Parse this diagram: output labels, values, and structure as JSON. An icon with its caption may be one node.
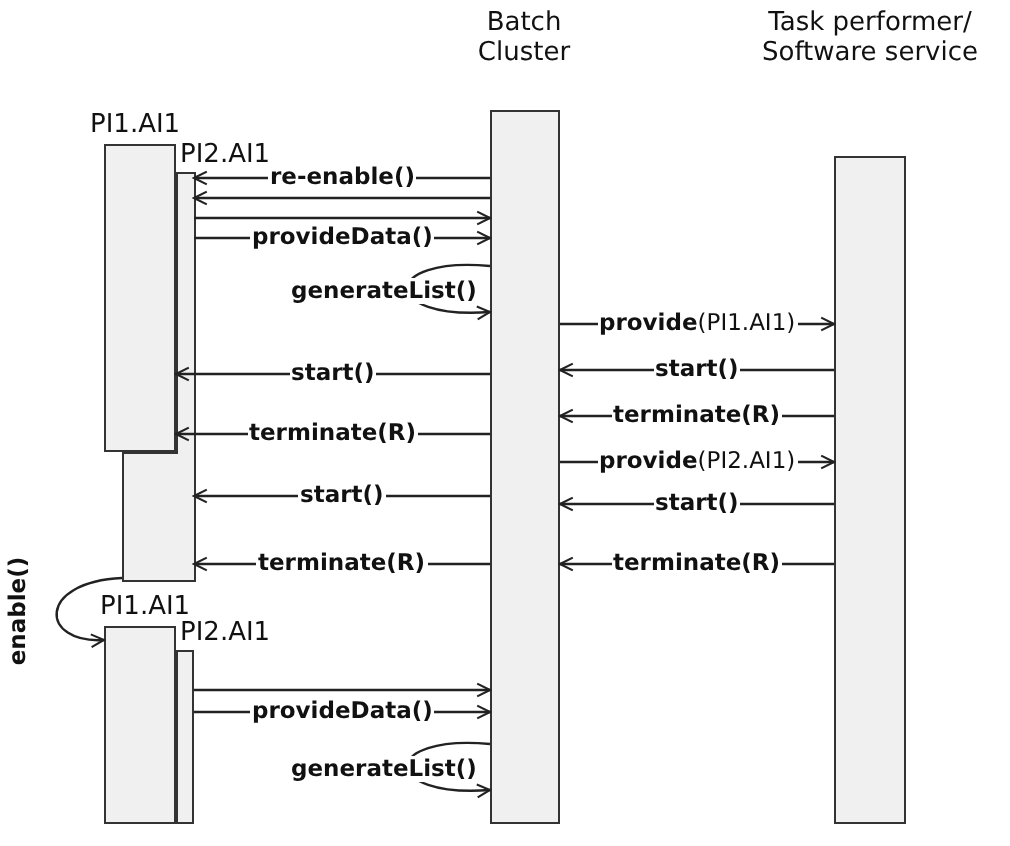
{
  "diagram": {
    "nodes": [
      {
        "text": [
          "Batch Cluster"
        ]
      },
      {
        "text": [
          "Task performer/ Software service"
        ]
      },
      {
        "text": [
          "PI1.AI1"
        ]
      },
      {
        "text": [
          "PI2.AI1"
        ]
      },
      {
        "text": [
          "PI1.AI1"
        ]
      },
      {
        "text": [
          "PI2.AI1"
        ]
      }
    ],
    "edges": [
      {
        "from": 0,
        "to": 3,
        "arrow": "to",
        "label": "re-enable()"
      },
      {
        "from": 0,
        "to": 3,
        "arrow": "to"
      },
      {
        "from": 3,
        "to": 0,
        "arrow": "to"
      },
      {
        "from": 3,
        "to": 0,
        "arrow": "to",
        "label": "provideData()"
      },
      {
        "from": 0,
        "to": 0,
        "arrow": "to",
        "label": "generateList()"
      },
      {
        "from": 0,
        "to": 1,
        "arrow": "to",
        "label": "**provide**(PI1.AI1)"
      },
      {
        "from": 1,
        "to": 0,
        "arrow": "to",
        "label": "start()"
      },
      {
        "from": 0,
        "to": 2,
        "arrow": "to",
        "label": "start()"
      },
      {
        "from": 1,
        "to": 0,
        "arrow": "to",
        "label": "terminate(R)"
      },
      {
        "from": 0,
        "to": 2,
        "arrow": "to",
        "label": "terminate(R)"
      },
      {
        "from": 0,
        "to": 1,
        "arrow": "to",
        "label": "**provide**(PI2.AI1)"
      },
      {
        "from": 0,
        "to": 3,
        "arrow": "to",
        "label": "start()"
      },
      {
        "from": 1,
        "to": 0,
        "arrow": "to",
        "label": "start()"
      },
      {
        "from": 0,
        "to": 3,
        "arrow": "to",
        "label": "terminate(R)"
      },
      {
        "from": 1,
        "to": 0,
        "arrow": "to",
        "label": "terminate(R)"
      },
      {
        "from": 3,
        "to": 4,
        "arrow": "to",
        "label": "enable()"
      },
      {
        "from": 5,
        "to": 0,
        "arrow": "to"
      },
      {
        "from": 5,
        "to": 0,
        "arrow": "to",
        "label": "provideData()"
      },
      {
        "from": 0,
        "to": 0,
        "arrow": "to",
        "label": "generateList()"
      }
    ]
  }
}
